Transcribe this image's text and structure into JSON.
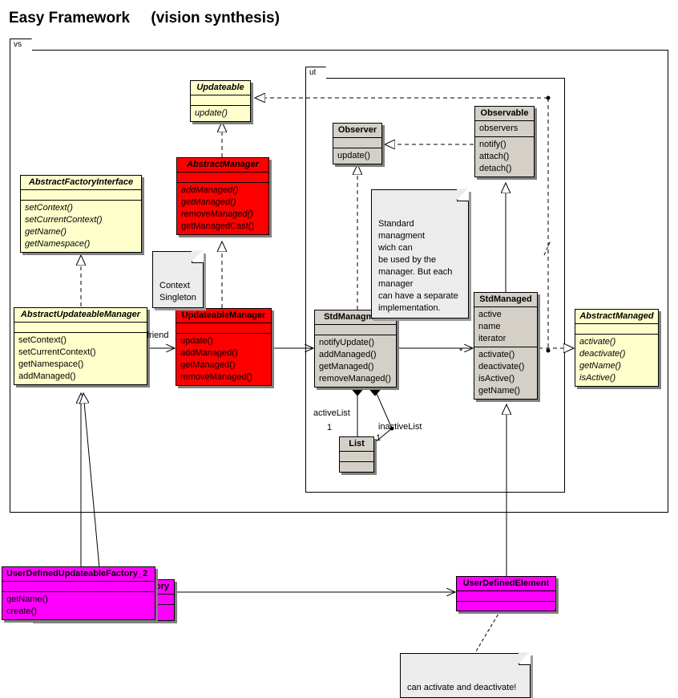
{
  "title": "Easy Framework     (vision synthesis)",
  "packages": [
    {
      "name": "vs",
      "label": "vs"
    },
    {
      "name": "ut",
      "label": "ut"
    }
  ],
  "classes": {
    "updateable": {
      "name": "Updateable",
      "abstract": true,
      "color": "#ffffcc",
      "attrs": [],
      "ops": [
        {
          "t": "update()",
          "abstract": true
        }
      ]
    },
    "abstract_manager": {
      "name": "AbstractManager",
      "abstract": true,
      "color": "#ff0000",
      "attrs": [],
      "ops": [
        {
          "t": "addManaged()",
          "abstract": true
        },
        {
          "t": "getManaged()",
          "abstract": true
        },
        {
          "t": "removeManaged()",
          "abstract": true
        },
        {
          "t": "getManagedCast()",
          "abstract": false
        }
      ]
    },
    "abstract_factory_interface": {
      "name": "AbstractFactoryInterface",
      "abstract": true,
      "color": "#ffffcc",
      "attrs": [],
      "ops": [
        {
          "t": "setContext()",
          "abstract": true
        },
        {
          "t": "setCurrentContext()",
          "abstract": true
        },
        {
          "t": "getName()",
          "abstract": true
        },
        {
          "t": "getNamespace()",
          "abstract": true
        }
      ]
    },
    "abstract_updateable_manager": {
      "name": "AbstractUpdateableManager",
      "abstract": true,
      "color": "#ffffcc",
      "attrs": [],
      "ops": [
        {
          "t": "setContext()",
          "abstract": false
        },
        {
          "t": "setCurrentContext()",
          "abstract": false
        },
        {
          "t": "getNamespace()",
          "abstract": false
        },
        {
          "t": "addManaged()",
          "abstract": false
        }
      ]
    },
    "updateable_manager": {
      "name": "UpdateableManager",
      "abstract": false,
      "color": "#ff0000",
      "attrs": [],
      "ops": [
        {
          "t": "update()",
          "abstract": false
        },
        {
          "t": "addManaged()",
          "abstract": false
        },
        {
          "t": "getManaged()",
          "abstract": false
        },
        {
          "t": "removeManaged()",
          "abstract": false
        }
      ]
    },
    "observer": {
      "name": "Observer",
      "abstract": false,
      "color": "#d4d0c8",
      "attrs": [],
      "ops": [
        {
          "t": "update()",
          "abstract": false
        }
      ]
    },
    "observable": {
      "name": "Observable",
      "abstract": false,
      "color": "#d4d0c8",
      "attrs": [
        {
          "t": "observers"
        }
      ],
      "ops": [
        {
          "t": "notify()",
          "abstract": false
        },
        {
          "t": "attach()",
          "abstract": false
        },
        {
          "t": "detach()",
          "abstract": false
        }
      ]
    },
    "std_managment": {
      "name": "StdManagment",
      "abstract": false,
      "color": "#d4d0c8",
      "attrs": [],
      "ops": [
        {
          "t": "notifyUpdate()",
          "abstract": false
        },
        {
          "t": "addManaged()",
          "abstract": false
        },
        {
          "t": "getManaged()",
          "abstract": false
        },
        {
          "t": "removeManaged()",
          "abstract": false
        }
      ]
    },
    "std_managed": {
      "name": "StdManaged",
      "abstract": false,
      "color": "#d4d0c8",
      "attrs": [
        {
          "t": "active"
        },
        {
          "t": "name"
        },
        {
          "t": "iterator"
        }
      ],
      "ops": [
        {
          "t": "activate()",
          "abstract": false
        },
        {
          "t": "deactivate()",
          "abstract": false
        },
        {
          "t": "isActive()",
          "abstract": false
        },
        {
          "t": "getName()",
          "abstract": false
        }
      ]
    },
    "abstract_managed": {
      "name": "AbstractManaged",
      "abstract": true,
      "color": "#ffffcc",
      "attrs": [],
      "ops": [
        {
          "t": "activate()",
          "abstract": true
        },
        {
          "t": "deactivate()",
          "abstract": true
        },
        {
          "t": "getName()",
          "abstract": true
        },
        {
          "t": "isActive()",
          "abstract": true
        }
      ]
    },
    "list": {
      "name": "List",
      "abstract": false,
      "color": "#d4d0c8",
      "attrs": [],
      "ops": []
    },
    "user_factory_back": {
      "name": "ory",
      "abstract": false,
      "color": "#ff00ff",
      "attrs": [],
      "ops": [
        {
          "t": "create()",
          "abstract": false
        }
      ]
    },
    "user_factory_2": {
      "name": "UserDefinedUpdateableFactory_2",
      "abstract": false,
      "color": "#ff00ff",
      "attrs": [],
      "ops": [
        {
          "t": "getName()",
          "abstract": false
        },
        {
          "t": "create()",
          "abstract": false
        }
      ]
    },
    "user_defined_element": {
      "name": "UserDefinedElement",
      "abstract": false,
      "color": "#ff00ff",
      "attrs": [],
      "ops": []
    }
  },
  "notes": {
    "context_singleton": "Context\nSingleton",
    "std_management": "Standard managment\nwich can\nbe used by the\nmanager. But each\nmanager\ncan have a separate\nimplementation.",
    "activate_deactivate": "can activate and deactivate!"
  },
  "edge_labels": {
    "friend": "friend",
    "active_list": "activeList",
    "active_list_mult": "1",
    "inactive_list": "inactiveList",
    "inactive_list_mult": "1",
    "star": "*"
  },
  "colors": {
    "yellow": "#ffffcc",
    "red": "#ff0000",
    "grey": "#d4d0c8",
    "magenta": "#ff00ff",
    "note": "#ececec",
    "line": "#000000"
  }
}
